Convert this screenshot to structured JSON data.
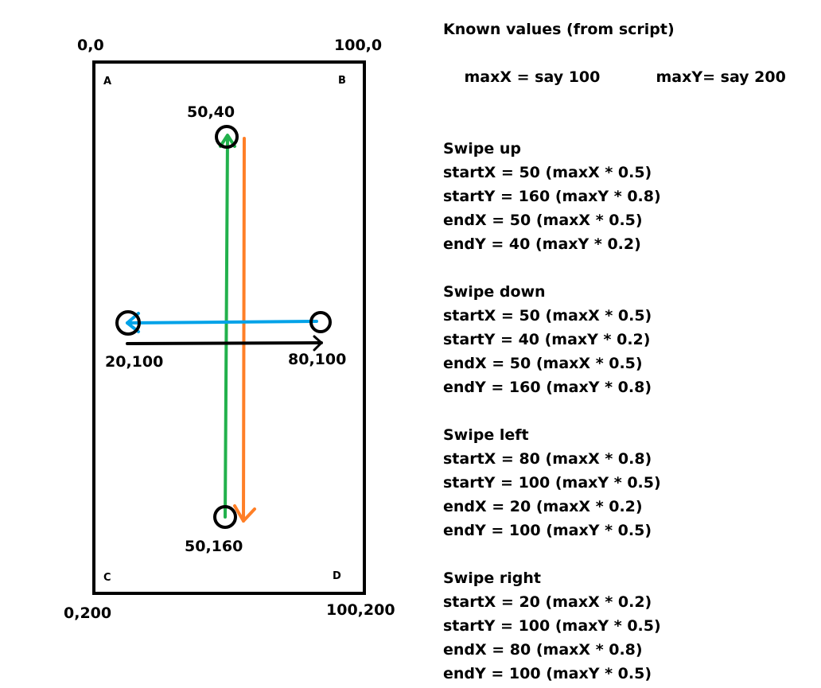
{
  "diagram": {
    "coords": {
      "top_left": "0,0",
      "top_right": "100,0",
      "bottom_left": "0,200",
      "bottom_right": "100,200"
    },
    "corners": {
      "a": "A",
      "b": "B",
      "c": "C",
      "d": "D"
    },
    "points": {
      "top": "50,40",
      "bottom": "50,160",
      "left": "20,100",
      "right": "80,100"
    },
    "colors": {
      "swipe_up": "#22b14c",
      "swipe_down": "#ff7f27",
      "swipe_left": "#00a2e8",
      "swipe_right": "#000000"
    }
  },
  "info": {
    "header": "Known values (from script)",
    "max_x": "maxX = say 100",
    "max_y": "maxY= say 200",
    "sections": [
      {
        "title": "Swipe up",
        "lines": [
          "startX = 50 (maxX * 0.5)",
          "startY = 160 (maxY * 0.8)",
          "endX = 50 (maxX * 0.5)",
          "endY = 40 (maxY * 0.2)"
        ]
      },
      {
        "title": "Swipe down",
        "lines": [
          "startX = 50 (maxX * 0.5)",
          "startY = 40 (maxY * 0.2)",
          "endX = 50 (maxX * 0.5)",
          "endY = 160 (maxY * 0.8)"
        ]
      },
      {
        "title": "Swipe left",
        "lines": [
          "startX = 80 (maxX * 0.8)",
          "startY = 100 (maxY * 0.5)",
          "endX = 20 (maxX * 0.2)",
          "endY = 100 (maxY * 0.5)"
        ]
      },
      {
        "title": "Swipe right",
        "lines": [
          "startX = 20 (maxX * 0.2)",
          "startY = 100 (maxY * 0.5)",
          "endX = 80 (maxX * 0.8)",
          "endY = 100 (maxY * 0.5)"
        ]
      }
    ]
  }
}
